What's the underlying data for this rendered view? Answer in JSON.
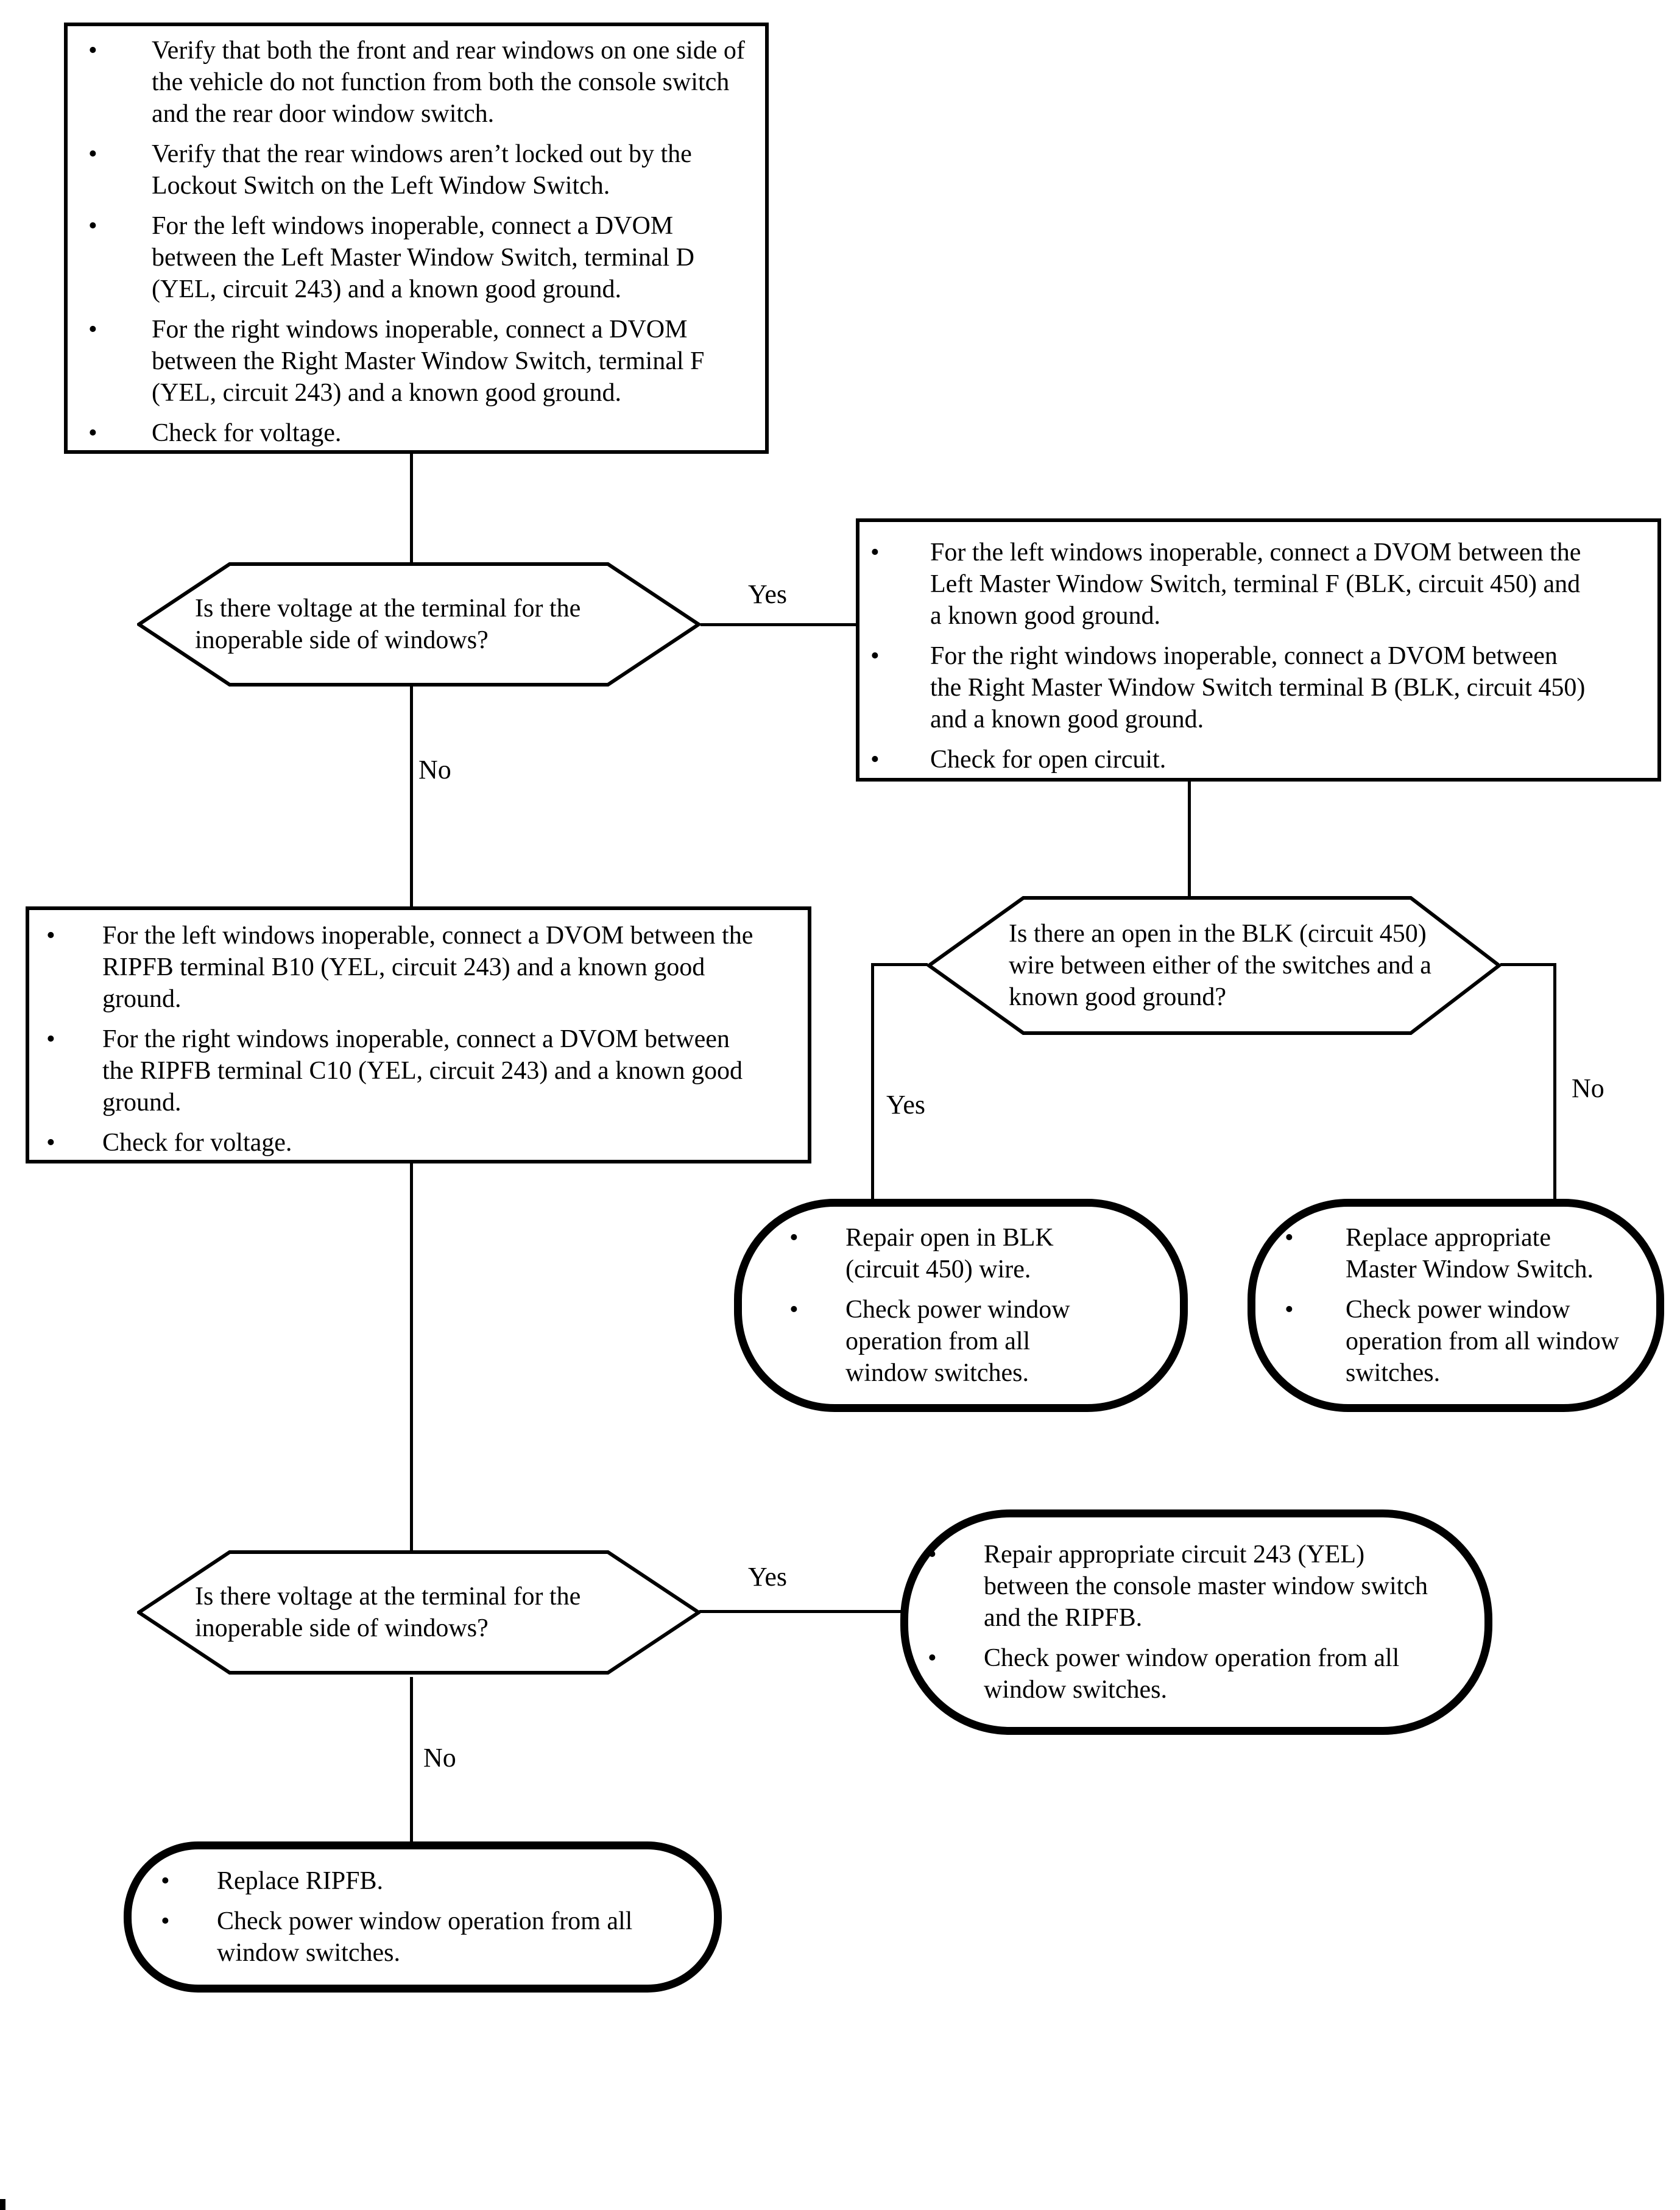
{
  "flowchart": {
    "branch_labels": {
      "yes": "Yes",
      "no": "No"
    },
    "nodes": {
      "start": {
        "bullets": [
          "Verify that both the front and rear windows on one side of the vehicle do not function from both the console switch and the rear door window switch.",
          "Verify that the rear windows aren’t locked out by the Lockout Switch on the Left Window Switch.",
          "For the left windows inoperable, connect a DVOM between the Left Master Window Switch, terminal D (YEL, circuit 243) and a known good ground.",
          "For the right windows inoperable, connect a DVOM between the Right Master Window Switch, terminal F (YEL, circuit 243) and a known good ground.",
          "Check for voltage."
        ]
      },
      "decision_voltage_switch": {
        "question": "Is there voltage at the terminal for the inoperable side of windows?"
      },
      "check_open_circuit": {
        "bullets": [
          "For the left windows inoperable, connect a DVOM between the Left Master Window Switch, terminal F (BLK, circuit 450) and a known good ground.",
          "For the right windows inoperable, connect a DVOM between the Right Master Window Switch terminal B (BLK, circuit 450) and a known good ground.",
          "Check for open circuit."
        ]
      },
      "check_ripfb_voltage": {
        "bullets": [
          "For the left windows inoperable, connect a DVOM between the RIPFB terminal B10 (YEL, circuit 243) and a known good ground.",
          "For the right windows inoperable, connect a DVOM between the RIPFB terminal C10 (YEL, circuit 243) and a known good ground.",
          "Check for voltage."
        ]
      },
      "decision_open_blk": {
        "question": "Is there an open in the BLK (circuit 450) wire between either of the switches and a known good ground?"
      },
      "repair_blk_wire": {
        "bullets": [
          "Repair open in BLK (circuit 450) wire.",
          "Check power window operation from all window switches."
        ]
      },
      "replace_master_switch": {
        "bullets": [
          "Replace appropriate Master Window Switch.",
          "Check power window operation from all window switches."
        ]
      },
      "decision_voltage_ripfb": {
        "question": "Is there voltage at the terminal for the inoperable side of windows?"
      },
      "repair_circuit_243": {
        "bullets": [
          "Repair appropriate circuit 243 (YEL) between the console master window switch and the RIPFB.",
          "Check power window operation from all window switches."
        ]
      },
      "replace_ripfb": {
        "bullets": [
          "Replace RIPFB.",
          "Check power window operation from all window switches."
        ]
      }
    }
  }
}
